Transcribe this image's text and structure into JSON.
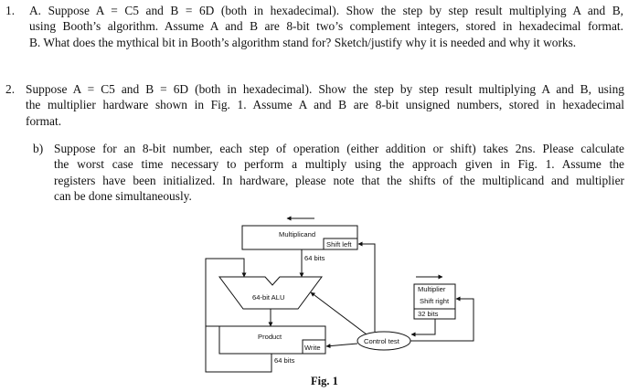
{
  "questions": [
    {
      "number": "1.",
      "lines": [
        "A. Suppose A = C5 and B = 6D (both in hexadecimal). Show the step by step result multiplying A and B,",
        "using Booth’s algorithm. Assume A and B are 8-bit two’s complement integers, stored in hexadecimal format.",
        "B. What does the mythical bit in Booth’s algorithm stand for? Sketch/justify why it is needed and why it works."
      ]
    },
    {
      "number": "2.",
      "lines": [
        "Suppose A = C5 and B = 6D (both in hexadecimal). Show the step by step result multiplying A and B, using",
        "the multiplier hardware shown in Fig. 1. Assume A and B are 8-bit unsigned numbers, stored in hexadecimal",
        "format."
      ]
    },
    {
      "number": "b)",
      "lines": [
        "Suppose for an 8-bit number, each step of operation (either addition or shift) takes 2ns. Please calculate",
        "the worst case time necessary to perform a multiply using the approach given in Fig. 1. Assume the",
        "registers have been initialized. In hardware, please note that the shifts of the multiplicand and multiplier",
        "can be done simultaneously."
      ]
    }
  ],
  "figure": {
    "multiplicand": "Multiplicand",
    "shift_left": "Shift left",
    "bits_64_top": "64 bits",
    "alu": "64-bit ALU",
    "multiplier": "Multiplier",
    "shift_right": "Shift right",
    "bits_32": "32 bits",
    "control_test": "Control test",
    "product": "Product",
    "write": "Write",
    "bits_64_bottom": "64 bits",
    "caption": "Fig. 1"
  }
}
